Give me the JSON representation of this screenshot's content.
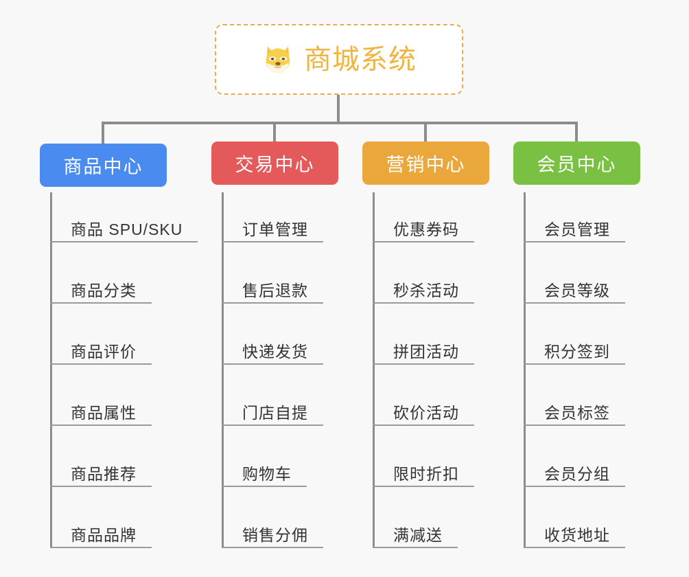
{
  "diagram": {
    "type": "org-chart",
    "background_color": "#f8f8f8",
    "connector_color": "#8c8c8c",
    "root": {
      "title": "商城系统",
      "icon": "shiba-dog-face-icon",
      "text_color": "#f0b540",
      "border_color": "#e9ab4e",
      "background_color": "#ffffff"
    },
    "columns": [
      {
        "id": "product-center",
        "header": "商品中心",
        "color": "#4a8bf0",
        "items": [
          "商品 SPU/SKU",
          "商品分类",
          "商品评价",
          "商品属性",
          "商品推荐",
          "商品品牌"
        ]
      },
      {
        "id": "trade-center",
        "header": "交易中心",
        "color": "#e4595a",
        "items": [
          "订单管理",
          "售后退款",
          "快递发货",
          "门店自提",
          "购物车",
          "销售分佣"
        ]
      },
      {
        "id": "marketing-center",
        "header": "营销中心",
        "color": "#eaa83c",
        "items": [
          "优惠券码",
          "秒杀活动",
          "拼团活动",
          "砍价活动",
          "限时折扣",
          "满减送"
        ]
      },
      {
        "id": "member-center",
        "header": "会员中心",
        "color": "#7ac143",
        "items": [
          "会员管理",
          "会员等级",
          "积分签到",
          "会员标签",
          "会员分组",
          "收货地址"
        ]
      }
    ]
  }
}
